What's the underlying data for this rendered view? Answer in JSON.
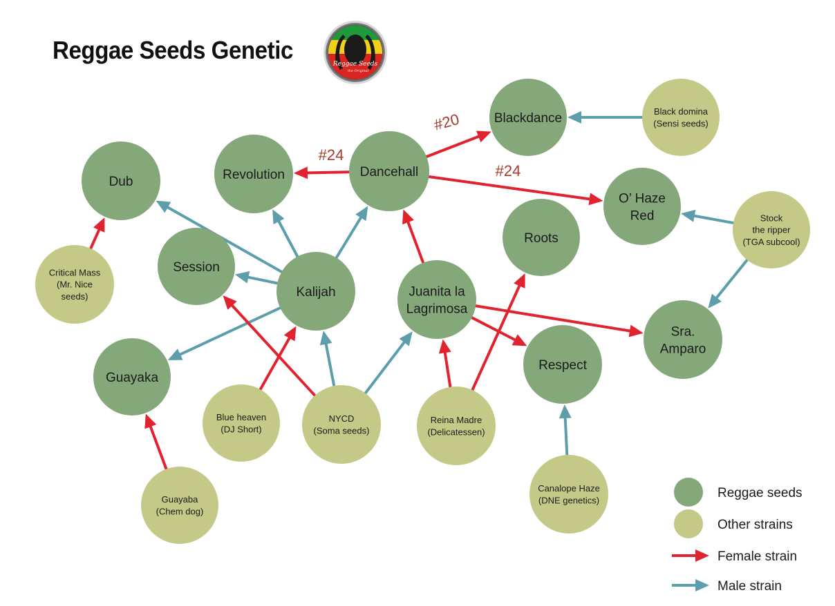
{
  "title": "Reggae Seeds Genetic",
  "logo": {
    "text_line1": "Reggae Seeds",
    "text_line2": "the Original"
  },
  "colors": {
    "reggae": "#85a87a",
    "other": "#c5c987",
    "female": "#e1222f",
    "male": "#5c9eac",
    "edge_label": "#a63a2b"
  },
  "nodes": {
    "blackdance": {
      "lines": [
        "Blackdance"
      ],
      "type": "reggae"
    },
    "black_domina": {
      "lines": [
        "Black domina",
        "(Sensi seeds)"
      ],
      "type": "other"
    },
    "revolution": {
      "lines": [
        "Revolution"
      ],
      "type": "reggae"
    },
    "dancehall": {
      "lines": [
        "Dancehall"
      ],
      "type": "reggae"
    },
    "dub": {
      "lines": [
        "Dub"
      ],
      "type": "reggae"
    },
    "ohaze": {
      "lines": [
        "O’ Haze",
        "Red"
      ],
      "type": "reggae"
    },
    "stock": {
      "lines": [
        "Stock",
        "the ripper",
        "(TGA subcool)"
      ],
      "type": "other"
    },
    "roots": {
      "lines": [
        "Roots"
      ],
      "type": "reggae"
    },
    "session": {
      "lines": [
        "Session"
      ],
      "type": "reggae"
    },
    "kalijah": {
      "lines": [
        "Kalijah"
      ],
      "type": "reggae"
    },
    "juanita": {
      "lines": [
        "Juanita la",
        "Lagrimosa"
      ],
      "type": "reggae"
    },
    "critical": {
      "lines": [
        "Critical Mass",
        "(Mr. Nice",
        "seeds)"
      ],
      "type": "other"
    },
    "sra": {
      "lines": [
        "Sra.",
        "Amparo"
      ],
      "type": "reggae"
    },
    "respect": {
      "lines": [
        "Respect"
      ],
      "type": "reggae"
    },
    "guayaka": {
      "lines": [
        "Guayaka"
      ],
      "type": "reggae"
    },
    "blue": {
      "lines": [
        "Blue heaven",
        "(DJ Short)"
      ],
      "type": "other"
    },
    "nycd": {
      "lines": [
        "NYCD",
        "(Soma seeds)"
      ],
      "type": "other"
    },
    "reina": {
      "lines": [
        "Reina Madre",
        "(Delicatessen)"
      ],
      "type": "other"
    },
    "canalope": {
      "lines": [
        "Canalope Haze",
        "(DNE genetics)"
      ],
      "type": "other"
    },
    "guayaba": {
      "lines": [
        "Guayaba",
        "(Chem dog)"
      ],
      "type": "other"
    }
  },
  "edges": [
    {
      "from": "dancehall",
      "to": "blackdance",
      "kind": "female",
      "label": "#20"
    },
    {
      "from": "black_domina",
      "to": "blackdance",
      "kind": "male"
    },
    {
      "from": "dancehall",
      "to": "revolution",
      "kind": "female",
      "label": "#24"
    },
    {
      "from": "dancehall",
      "to": "ohaze",
      "kind": "female",
      "label": "#24"
    },
    {
      "from": "stock",
      "to": "ohaze",
      "kind": "male"
    },
    {
      "from": "stock",
      "to": "sra",
      "kind": "male"
    },
    {
      "from": "kalijah",
      "to": "dub",
      "kind": "male"
    },
    {
      "from": "kalijah",
      "to": "revolution",
      "kind": "male"
    },
    {
      "from": "kalijah",
      "to": "dancehall",
      "kind": "male"
    },
    {
      "from": "kalijah",
      "to": "session",
      "kind": "male"
    },
    {
      "from": "kalijah",
      "to": "guayaka",
      "kind": "male"
    },
    {
      "from": "critical",
      "to": "dub",
      "kind": "female"
    },
    {
      "from": "juanita",
      "to": "dancehall",
      "kind": "female"
    },
    {
      "from": "juanita",
      "to": "sra",
      "kind": "female"
    },
    {
      "from": "juanita",
      "to": "respect",
      "kind": "female"
    },
    {
      "from": "blue",
      "to": "kalijah",
      "kind": "female"
    },
    {
      "from": "nycd",
      "to": "session",
      "kind": "female"
    },
    {
      "from": "nycd",
      "to": "kalijah",
      "kind": "male"
    },
    {
      "from": "nycd",
      "to": "juanita",
      "kind": "male"
    },
    {
      "from": "reina",
      "to": "juanita",
      "kind": "female"
    },
    {
      "from": "reina",
      "to": "roots",
      "kind": "female"
    },
    {
      "from": "canalope",
      "to": "respect",
      "kind": "male"
    },
    {
      "from": "guayaba",
      "to": "guayaka",
      "kind": "female"
    }
  ],
  "legend": {
    "reggae_label": "Reggae seeds",
    "other_label": "Other strains",
    "female_label": "Female strain",
    "male_label": "Male strain"
  }
}
